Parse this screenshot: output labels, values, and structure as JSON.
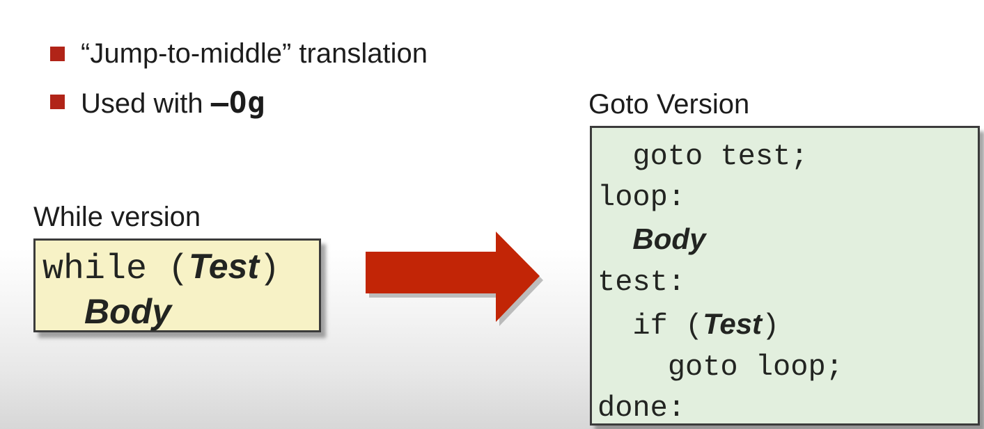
{
  "colors": {
    "bullet_red": "#b12418",
    "arrow_red": "#c22506",
    "while_box_bg": "#f7f2c6",
    "goto_box_bg": "#e2efde",
    "box_border": "#3b3b3b"
  },
  "bullets": {
    "items": [
      {
        "text": "“Jump-to-middle” translation"
      },
      {
        "prefix": "Used with ",
        "flag": "–Og"
      }
    ]
  },
  "while_box": {
    "label": "While version",
    "lines": [
      {
        "seg": [
          {
            "text": "while ("
          },
          {
            "text": "Test"
          },
          {
            "text": ")"
          }
        ]
      },
      {
        "seg": [
          {
            "text": "  "
          },
          {
            "text": "Body"
          }
        ]
      }
    ]
  },
  "goto_box": {
    "label": "Goto Version",
    "lines": [
      {
        "seg": [
          {
            "text": "  goto test;"
          }
        ]
      },
      {
        "seg": [
          {
            "text": "loop:"
          }
        ]
      },
      {
        "seg": [
          {
            "text": "  "
          },
          {
            "text": "Body"
          }
        ]
      },
      {
        "seg": [
          {
            "text": "test:"
          }
        ]
      },
      {
        "seg": [
          {
            "text": "  if ("
          },
          {
            "text": "Test"
          },
          {
            "text": ")"
          }
        ]
      },
      {
        "seg": [
          {
            "text": "    goto loop;"
          }
        ]
      },
      {
        "seg": [
          {
            "text": "done:"
          }
        ]
      }
    ]
  },
  "icons": {
    "arrow": "right-arrow-icon",
    "bullet": "bullet-square-icon"
  }
}
